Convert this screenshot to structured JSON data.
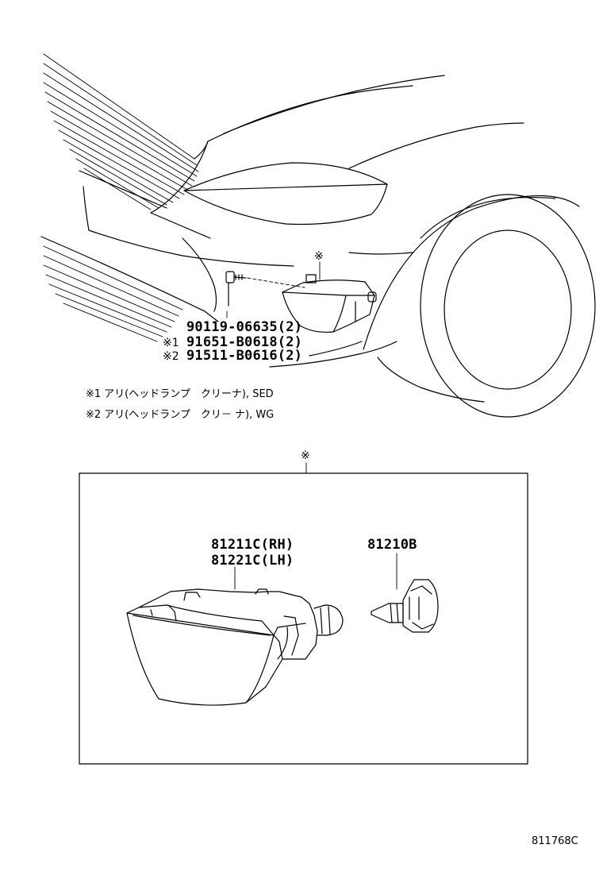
{
  "diagram": {
    "callouts": {
      "bolt": "90119-06635(2)",
      "clip1": "91651-B0618(2)",
      "clip2": "91511-B0616(2)",
      "clip1_marker": "※1",
      "clip2_marker": "※2",
      "lamp_marker": "※",
      "box_marker": "※"
    },
    "notes": [
      {
        "marker": "※1",
        "text": "アリ(ヘッドランプ　クリーナ), SED"
      },
      {
        "marker": "※2",
        "text": "アリ(ヘッドランプ　クリ－ ナ), WG"
      }
    ],
    "detail_box": {
      "lamp_rh": "81211C(RH)",
      "lamp_lh": "81221C(LH)",
      "bulb": "81210B"
    },
    "figure_code": "811768C"
  }
}
